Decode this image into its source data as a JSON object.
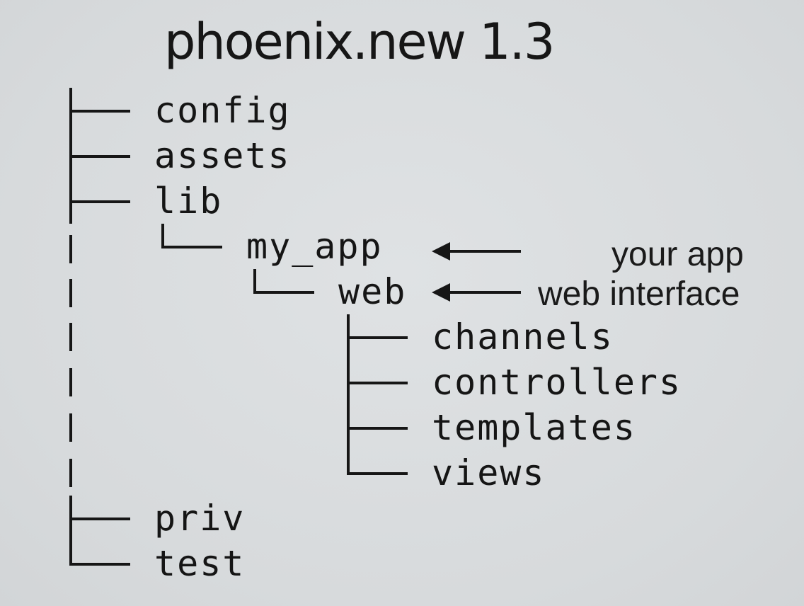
{
  "title": "phoenix.new 1.3",
  "tree": {
    "config": "config",
    "assets": "assets",
    "lib": "lib",
    "my_app": "my_app",
    "web": "web",
    "channels": "channels",
    "controllers": "controllers",
    "templates": "templates",
    "views": "views",
    "priv": "priv",
    "test": "test"
  },
  "annotations": {
    "my_app": "your app",
    "web": "web interface"
  }
}
